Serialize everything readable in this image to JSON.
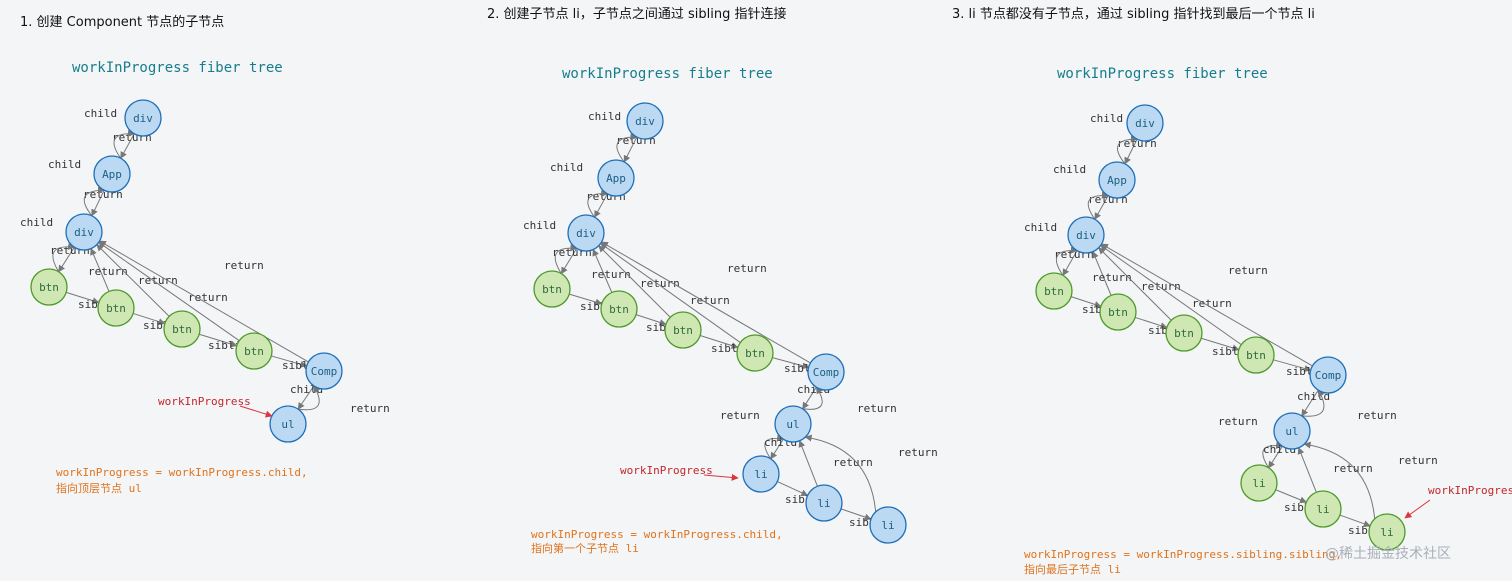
{
  "colors": {
    "blue_fill": "#bcd9f3",
    "blue_stroke": "#1d6fb8",
    "green_fill": "#cfe8b3",
    "green_stroke": "#4e9a2a",
    "edge": "#777777",
    "pointer": "#d9373d",
    "title": "#177d8c",
    "note": "#e0731c"
  },
  "watermark": "@稀土掘金技术社区",
  "panels": [
    {
      "title": "1. 创建 Component 节点的子节点",
      "tree_title": "workInProgress fiber tree",
      "wip_label": "workInProgress",
      "note": [
        "workInProgress = workInProgress.child,",
        "指向顶层节点 ul"
      ],
      "nodes": [
        {
          "id": "div1",
          "label": "div",
          "kind": "blue"
        },
        {
          "id": "app",
          "label": "App",
          "kind": "blue"
        },
        {
          "id": "div2",
          "label": "div",
          "kind": "blue"
        },
        {
          "id": "btn1",
          "label": "btn",
          "kind": "green"
        },
        {
          "id": "btn2",
          "label": "btn",
          "kind": "green"
        },
        {
          "id": "btn3",
          "label": "btn",
          "kind": "green"
        },
        {
          "id": "btn4",
          "label": "btn",
          "kind": "green"
        },
        {
          "id": "comp",
          "label": "Comp",
          "kind": "blue"
        },
        {
          "id": "ul",
          "label": "ul",
          "kind": "blue"
        }
      ],
      "edge_labels": [
        "return",
        "child",
        "return",
        "child",
        "return",
        "child",
        "return",
        "return",
        "return",
        "return",
        "sibling",
        "sibling",
        "sibling",
        "sibling",
        "child",
        "return"
      ]
    },
    {
      "title": "2. 创建子节点 li，子节点之间通过 sibling 指针连接",
      "tree_title": "workInProgress fiber tree",
      "wip_label": "workInProgress",
      "note": [
        "workInProgress = workInProgress.child,",
        "指向第一个子节点 li"
      ],
      "nodes": [
        {
          "id": "div1",
          "label": "div",
          "kind": "blue"
        },
        {
          "id": "app",
          "label": "App",
          "kind": "blue"
        },
        {
          "id": "div2",
          "label": "div",
          "kind": "blue"
        },
        {
          "id": "btn1",
          "label": "btn",
          "kind": "green"
        },
        {
          "id": "btn2",
          "label": "btn",
          "kind": "green"
        },
        {
          "id": "btn3",
          "label": "btn",
          "kind": "green"
        },
        {
          "id": "btn4",
          "label": "btn",
          "kind": "green"
        },
        {
          "id": "comp",
          "label": "Comp",
          "kind": "blue"
        },
        {
          "id": "ul",
          "label": "ul",
          "kind": "blue"
        },
        {
          "id": "li1",
          "label": "li",
          "kind": "blue"
        },
        {
          "id": "li2",
          "label": "li",
          "kind": "blue"
        },
        {
          "id": "li3",
          "label": "li",
          "kind": "blue"
        }
      ],
      "edge_labels": [
        "return",
        "child",
        "return",
        "child",
        "return",
        "child",
        "return",
        "return",
        "return",
        "return",
        "sibling",
        "sibling",
        "sibling",
        "sibling",
        "child",
        "return",
        "return",
        "child",
        "return",
        "return",
        "sibling",
        "sibling"
      ]
    },
    {
      "title": "3. li 节点都没有子节点，通过 sibling 指针找到最后一个节点 li",
      "tree_title": "workInProgress fiber tree",
      "wip_label": "workInProgress",
      "note": [
        "workInProgress = workInProgress.sibling.sibling,",
        "指向最后子节点 li"
      ],
      "nodes": [
        {
          "id": "div1",
          "label": "div",
          "kind": "blue"
        },
        {
          "id": "app",
          "label": "App",
          "kind": "blue"
        },
        {
          "id": "div2",
          "label": "div",
          "kind": "blue"
        },
        {
          "id": "btn1",
          "label": "btn",
          "kind": "green"
        },
        {
          "id": "btn2",
          "label": "btn",
          "kind": "green"
        },
        {
          "id": "btn3",
          "label": "btn",
          "kind": "green"
        },
        {
          "id": "btn4",
          "label": "btn",
          "kind": "green"
        },
        {
          "id": "comp",
          "label": "Comp",
          "kind": "blue"
        },
        {
          "id": "ul",
          "label": "ul",
          "kind": "blue"
        },
        {
          "id": "li1",
          "label": "li",
          "kind": "green"
        },
        {
          "id": "li2",
          "label": "li",
          "kind": "green"
        },
        {
          "id": "li3",
          "label": "li",
          "kind": "green"
        }
      ],
      "edge_labels": [
        "return",
        "child",
        "return",
        "child",
        "return",
        "child",
        "return",
        "return",
        "return",
        "return",
        "sibling",
        "sibling",
        "sibling",
        "sibling",
        "child",
        "return",
        "return",
        "child",
        "return",
        "return",
        "sibling",
        "sibling"
      ]
    }
  ]
}
